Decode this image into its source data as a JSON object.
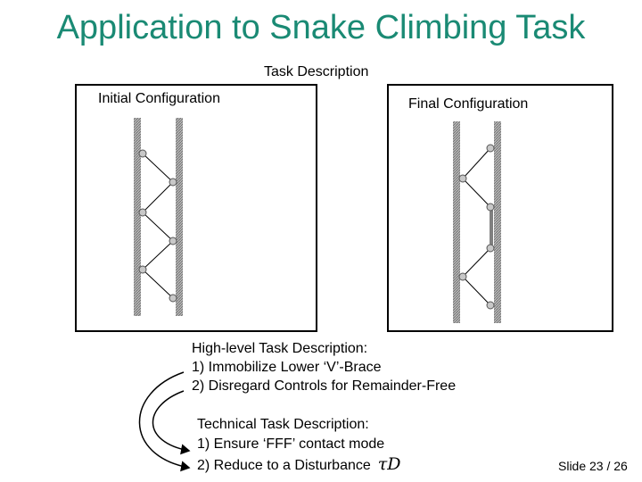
{
  "title": "Application to Snake Climbing Task",
  "task_description_label": "Task Description",
  "panels": {
    "initial_label": "Initial Configuration",
    "final_label": "Final Configuration"
  },
  "high_level": {
    "heading": "High-level Task Description:",
    "items": [
      "1)  Immobilize Lower ‘V’-Brace",
      "2)  Disregard Controls for Remainder-Free"
    ]
  },
  "technical": {
    "heading": "Technical Task Description:",
    "items": [
      "1)  Ensure ‘FFF’ contact mode",
      "2)  Reduce to a Disturbance"
    ],
    "symbol": "τD"
  },
  "slide_number": "Slide 23 / 26",
  "colors": {
    "title": "#1a8a74",
    "wall": "#8a8a8a",
    "joint": "#c8c8c8"
  }
}
